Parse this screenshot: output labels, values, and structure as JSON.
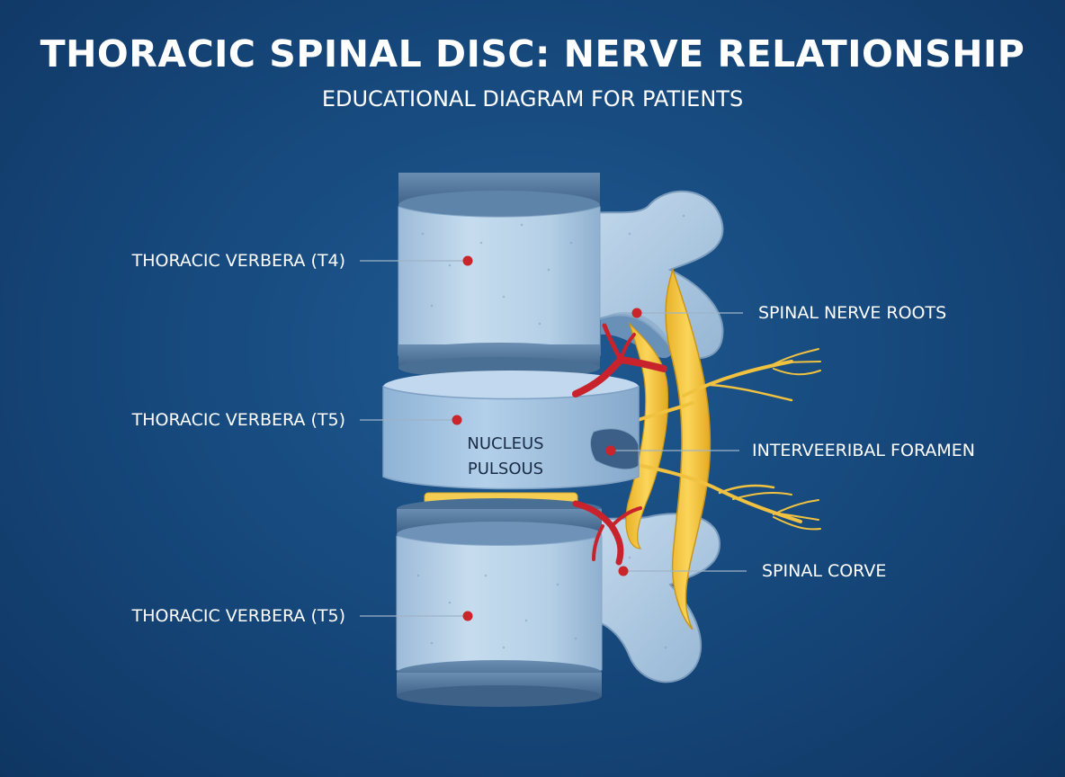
{
  "title": "THORACIC SPINAL DISC: NERVE RELATIONSHIP",
  "subtitle": "EDUCATIONAL DIAGRAM FOR PATIENTS",
  "labels": {
    "left": [
      "THORACIC VERBERA (T4)",
      "THORACIC VERBERA (T5)",
      "THORACIC VERBERA (T5)"
    ],
    "right": [
      "SPINAL NERVE ROOTS",
      "INTERVEERIBAL FORAMEN",
      "SPINAL CORVE"
    ]
  },
  "nucleus": {
    "line1": "NUCLEUS",
    "line2": "PULSOUS"
  },
  "colors": {
    "background": "#174a7e",
    "bone": "#b9d3e8",
    "endplate": "#4f7397",
    "nerve": "#f2c53d",
    "vessel": "#c8232c",
    "marker": "#c9252b"
  }
}
